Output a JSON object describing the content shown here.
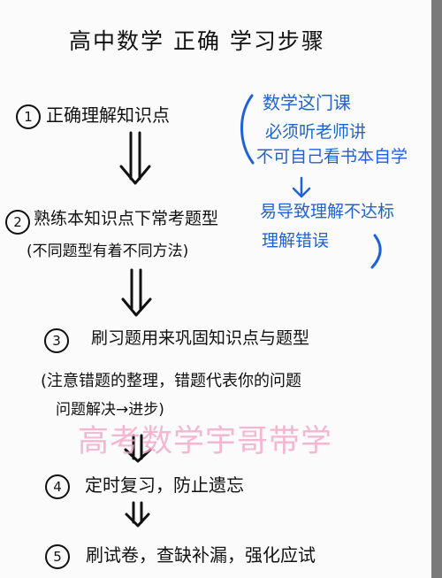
{
  "document": {
    "title": "高中数学 正确 学习步骤",
    "steps": [
      {
        "number": "1",
        "text": "正确理解知识点",
        "note": ""
      },
      {
        "number": "2",
        "text": "熟练本知识点下常考题型",
        "note": "(不同题型有着不同方法)"
      },
      {
        "number": "3",
        "text": "刷习题用来巩固知识点与题型",
        "note_lines": [
          "(注意错题的整理，错题代表你的问题",
          "问题解决→进步)"
        ]
      },
      {
        "number": "4",
        "text": "定时复习，防止遗忘",
        "note": ""
      },
      {
        "number": "5",
        "text": "刷试卷，查缺补漏，强化应试",
        "note": ""
      }
    ],
    "side_notes": {
      "lines": [
        "数学这门课",
        "必须听老师讲",
        "不可自己看书本自学"
      ],
      "result_lines": [
        "易导致理解不达标",
        "理解错误"
      ]
    },
    "watermark": "高考数学宇哥带学",
    "colors": {
      "ink": "#111111",
      "blue_ink": "#1e63d6",
      "watermark": "#f2a9c9",
      "paper": "#fbfbfb"
    }
  }
}
